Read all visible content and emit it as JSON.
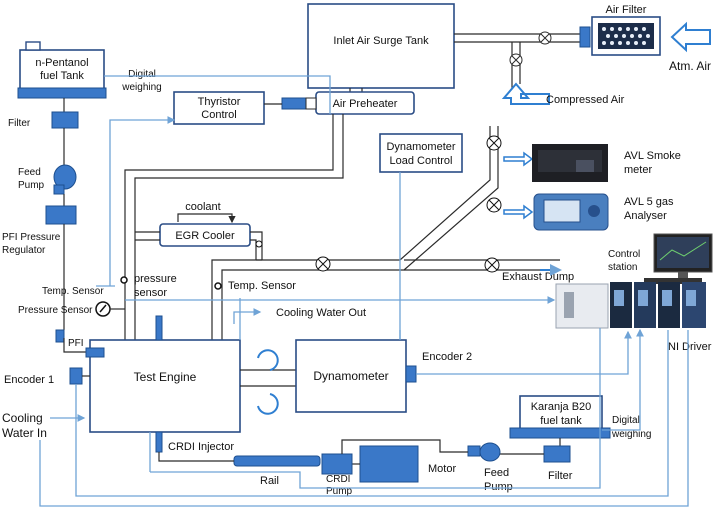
{
  "labels": {
    "inlet_surge_tank": "Inlet Air Surge Tank",
    "air_filter": "Air Filter",
    "atm_air": "Atm. Air",
    "compressed_air": "Compressed Air",
    "pentanol_tank_line1": "n-Pentanol",
    "pentanol_tank_line2": "fuel Tank",
    "digital_weighing_1_line1": "Digital",
    "digital_weighing_1_line2": "weighing",
    "thyristor_line1": "Thyristor",
    "thyristor_line2": "Control",
    "air_preheater": "Air Preheater",
    "filter_top": "Filter",
    "feed_pump_top_line1": "Feed",
    "feed_pump_top_line2": "Pump",
    "pfi_reg_line1": "PFI Pressure",
    "pfi_reg_line2": "Regulator",
    "dyno_load_line1": "Dynamometer",
    "dyno_load_line2": "Load Control",
    "avl_smoke_line1": "AVL Smoke",
    "avl_smoke_line2": "meter",
    "avl_gas_line1": "AVL 5 gas",
    "avl_gas_line2": "Analyser",
    "control_station_line1": "Control",
    "control_station_line2": "station",
    "coolant": "coolant",
    "egr_cooler": "EGR Cooler",
    "pressure_sensor_right_line1": "pressure",
    "pressure_sensor_right_line2": "sensor",
    "temp_sensor_left": "Temp. Sensor",
    "pressure_sensor_left": "Pressure Sensor",
    "temp_sensor_right": "Temp. Sensor",
    "exhaust_dump": "Exhaust Dump",
    "cooling_water_out": "Cooling Water Out",
    "pfi": "PFI",
    "encoder1": "Encoder 1",
    "test_engine": "Test Engine",
    "dynamometer": "Dynamometer",
    "encoder2": "Encoder 2",
    "ni_driver": "NI Driver",
    "cooling_water_in_line1": "Cooling",
    "cooling_water_in_line2": "Water In",
    "crdi_injector": "CRDI Injector",
    "karanja_line1": "Karanja B20",
    "karanja_line2": "fuel tank",
    "digital_weighing_2_line1": "Digital",
    "digital_weighing_2_line2": "weighing",
    "rail": "Rail",
    "crdi_pump_line1": "CRDI",
    "crdi_pump_line2": "Pump",
    "motor": "Motor",
    "feed_pump_bottom_line1": "Feed",
    "feed_pump_bottom_line2": "Pump",
    "filter_bottom": "Filter"
  },
  "colors": {
    "box_stroke": "#2a4c85",
    "component_blue": "#3a78c8",
    "signal_line": "#6fa3d6",
    "flow_arrow": "#2f7fd1",
    "pipe": "#2b2b2b"
  }
}
